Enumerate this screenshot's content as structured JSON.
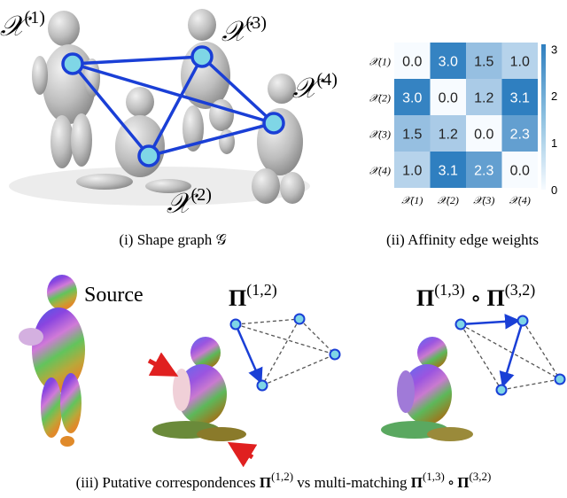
{
  "shape_graph": {
    "nodes": [
      {
        "label": "𝒳",
        "sup": "(1)"
      },
      {
        "label": "𝒳",
        "sup": "(2)"
      },
      {
        "label": "𝒳",
        "sup": "(3)"
      },
      {
        "label": "𝒳",
        "sup": "(4)"
      }
    ],
    "caption": "(i) Shape graph 𝒢"
  },
  "affinity": {
    "caption": "(ii) Affinity edge weights",
    "row_labels": [
      "𝒳(1)",
      "𝒳(2)",
      "𝒳(3)",
      "𝒳(4)"
    ],
    "col_labels": [
      "𝒳(1)",
      "𝒳(2)",
      "𝒳(3)",
      "𝒳(4)"
    ],
    "matrix": [
      [
        "0.0",
        "3.0",
        "1.5",
        "1.0"
      ],
      [
        "3.0",
        "0.0",
        "1.2",
        "3.1"
      ],
      [
        "1.5",
        "1.2",
        "0.0",
        "2.3"
      ],
      [
        "1.0",
        "3.1",
        "2.3",
        "0.0"
      ]
    ],
    "colorbar_ticks": [
      "3",
      "2",
      "1",
      "0"
    ],
    "colors": {
      "low": "#f7fbff",
      "high": "#2f7fc0"
    }
  },
  "matching": {
    "source_label": "Source",
    "pi12_label": "Π",
    "pi12_sup": "(1,2)",
    "composite_a": "Π",
    "composite_a_sup": "(1,3)",
    "compose_op": "∘",
    "composite_b": "Π",
    "composite_b_sup": "(3,2)",
    "caption_prefix": "(iii) Putative correspondences ",
    "caption_mid": " vs multi-matching ",
    "colors": {
      "edge": "#1a3fd6",
      "node": "#7fd6e6",
      "arrow_red": "#e02020"
    }
  }
}
